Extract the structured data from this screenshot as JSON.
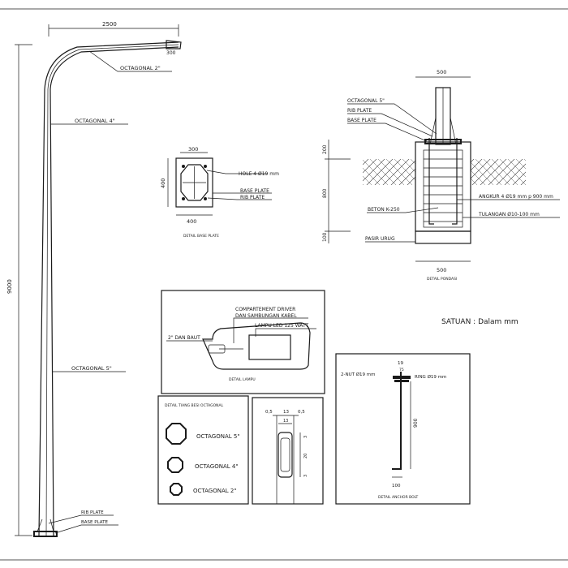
{
  "pole": {
    "dim_width": "2500",
    "dim_height": "9000",
    "dim_tip": "300",
    "label_octagonal_2": "OCTAGONAL 2\"",
    "label_octagonal_4": "OCTAGONAL  4\"",
    "label_octagonal_5": "OCTAGONAL  5\"",
    "label_rib_plate": "RIB PLATE",
    "label_base_plate": "BASE PLATE"
  },
  "base_plate_detail": {
    "dim_top": "300",
    "dim_side": "400",
    "dim_bottom": "400",
    "label_hole": "HOLE 4 Ø19 mm",
    "label_base_plate": "BASE PLATE",
    "label_rib_plate": "RIB PLATE",
    "caption": "DETAIL BASE PLATE"
  },
  "foundation_detail": {
    "dim_top": "500",
    "dim_bottom": "500",
    "dim_200": "200",
    "dim_800": "800",
    "dim_100": "100",
    "label_octagonal_5": "OCTAGONAL 5\"",
    "label_rib_plate": "RIB PLATE",
    "label_base_plate": "BASE PLATE",
    "label_beton": "BETON K-250",
    "label_pasir": "PASIR URUG",
    "label_angkur": "ANGKUR 4 Ø19 mm p 900 mm",
    "label_tulangan": "TULANGAN  Ø10-100 mm",
    "caption": "DETAIL PONDASI"
  },
  "units_note": "SATUAN : Dalam  mm",
  "lamp_detail": {
    "label_compartment_line1": "COMPARTEMENT DRIVER",
    "label_compartment_line2": "DAN SAMBUNGAN KABEL",
    "label_led": "LAMPU LED 125 WATT",
    "label_bolt": "2\" DAN BAUT",
    "caption": "DETAIL LAMPU"
  },
  "octagonal_detail": {
    "title": "DETAIL TIANG BESI OCTAGONAL",
    "item_5": "OCTAGONAL 5\"",
    "item_4": "OCTAGONAL 4\"",
    "item_2": "OCTAGONAL 2\""
  },
  "rib_section": {
    "dim_left": "0,5",
    "dim_mid": "13",
    "dim_right": "0,5",
    "dim_sub": "13",
    "dim_side_a": "3",
    "dim_side_b": "20",
    "dim_side_c": "3"
  },
  "anchor_bolt_detail": {
    "dim_top": "19",
    "dim_sub": "75",
    "dim_length": "900",
    "dim_hook": "100",
    "label_nut": "2-NUT Ø19 mm",
    "label_ring": "RING Ø19 mm",
    "caption": "DETAIL ANCHOR BOLT"
  }
}
